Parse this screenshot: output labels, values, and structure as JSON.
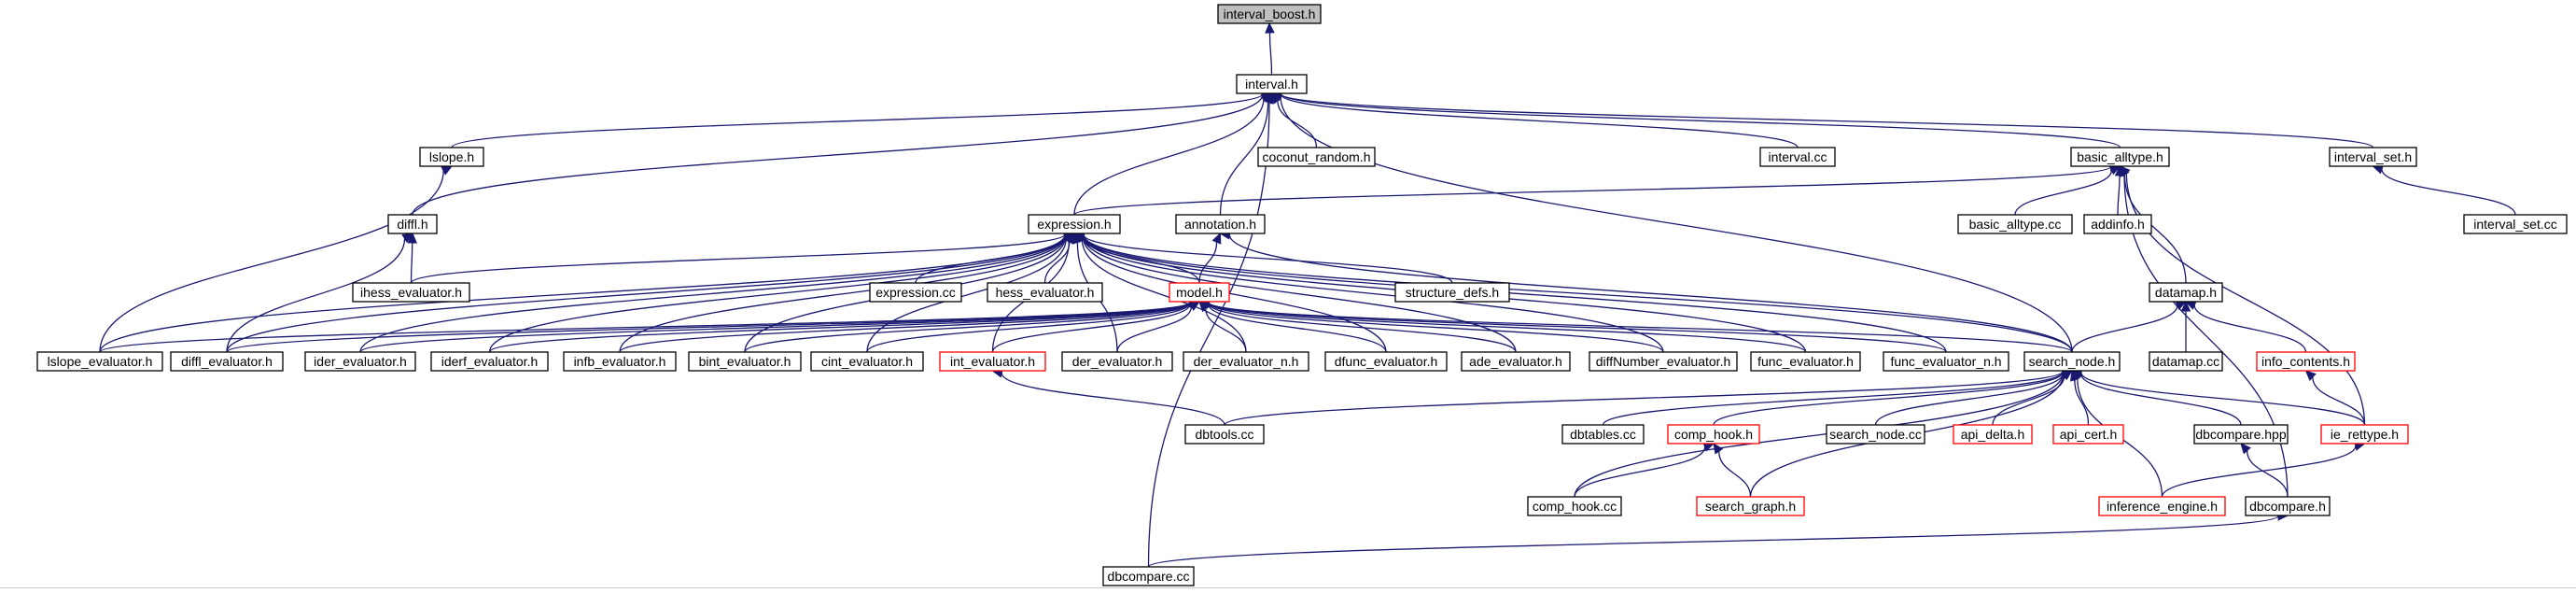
{
  "colors": {
    "edge": "#191970",
    "node_border": "#000000",
    "incomplete_border": "#ff0000",
    "root_fill": "#bfbfbf"
  },
  "nodes": {
    "interval_boost": "interval_boost.h",
    "interval_h": "interval.h",
    "lslope_h": "lslope.h",
    "coconut_random_h": "coconut_random.h",
    "interval_cc": "interval.cc",
    "basic_alltype_h": "basic_alltype.h",
    "interval_set_h": "interval_set.h",
    "diffl_h": "diffl.h",
    "expression_h": "expression.h",
    "annotation_h": "annotation.h",
    "basic_alltype_cc": "basic_alltype.cc",
    "addinfo_h": "addinfo.h",
    "interval_set_cc": "interval_set.cc",
    "ihess_evaluator_h": "ihess_evaluator.h",
    "expression_cc": "expression.cc",
    "hess_evaluator_h": "hess_evaluator.h",
    "model_h": "model.h",
    "structure_defs_h": "structure_defs.h",
    "datamap_h": "datamap.h",
    "lslope_evaluator_h": "lslope_evaluator.h",
    "diffl_evaluator_h": "diffl_evaluator.h",
    "ider_evaluator_h": "ider_evaluator.h",
    "iderf_evaluator_h": "iderf_evaluator.h",
    "infb_evaluator_h": "infb_evaluator.h",
    "bint_evaluator_h": "bint_evaluator.h",
    "cint_evaluator_h": "cint_evaluator.h",
    "int_evaluator_h": "int_evaluator.h",
    "der_evaluator_h": "der_evaluator.h",
    "der_evaluator_n_h": "der_evaluator_n.h",
    "dfunc_evaluator_h": "dfunc_evaluator.h",
    "ade_evaluator_h": "ade_evaluator.h",
    "diffNumber_evaluator_h": "diffNumber_evaluator.h",
    "func_evaluator_h": "func_evaluator.h",
    "func_evaluator_n_h": "func_evaluator_n.h",
    "search_node_h": "search_node.h",
    "datamap_cc": "datamap.cc",
    "info_contents_h": "info_contents.h",
    "dbtools_cc": "dbtools.cc",
    "dbtables_cc": "dbtables.cc",
    "comp_hook_h": "comp_hook.h",
    "search_node_cc": "search_node.cc",
    "api_delta_h": "api_delta.h",
    "api_cert_h": "api_cert.h",
    "dbcompare_hpp": "dbcompare.hpp",
    "ie_rettype_h": "ie_rettype.h",
    "comp_hook_cc": "comp_hook.cc",
    "search_graph_h": "search_graph.h",
    "inference_engine_h": "inference_engine.h",
    "dbcompare_h": "dbcompare.h",
    "dbcompare_cc": "dbcompare.cc"
  },
  "incomplete_nodes": [
    "model_h",
    "int_evaluator_h",
    "info_contents_h",
    "comp_hook_h",
    "api_delta_h",
    "api_cert_h",
    "ie_rettype_h",
    "search_graph_h",
    "inference_engine_h"
  ],
  "root_node": "interval_boost",
  "edges": [
    [
      "interval_h",
      "interval_boost"
    ],
    [
      "lslope_h",
      "interval_h"
    ],
    [
      "coconut_random_h",
      "interval_h"
    ],
    [
      "interval_cc",
      "interval_h"
    ],
    [
      "basic_alltype_h",
      "interval_h"
    ],
    [
      "interval_set_h",
      "interval_h"
    ],
    [
      "diffl_h",
      "interval_h"
    ],
    [
      "expression_h",
      "interval_h"
    ],
    [
      "annotation_h",
      "interval_h"
    ],
    [
      "search_node_h",
      "interval_h"
    ],
    [
      "dbcompare_cc",
      "interval_h"
    ],
    [
      "lslope_evaluator_h",
      "lslope_h"
    ],
    [
      "expression_h",
      "basic_alltype_h"
    ],
    [
      "basic_alltype_cc",
      "basic_alltype_h"
    ],
    [
      "addinfo_h",
      "basic_alltype_h"
    ],
    [
      "datamap_h",
      "basic_alltype_h"
    ],
    [
      "ie_rettype_h",
      "basic_alltype_h"
    ],
    [
      "interval_set_cc",
      "interval_set_h"
    ],
    [
      "ihess_evaluator_h",
      "diffl_h"
    ],
    [
      "diffl_evaluator_h",
      "diffl_h"
    ],
    [
      "ihess_evaluator_h",
      "expression_h"
    ],
    [
      "expression_cc",
      "expression_h"
    ],
    [
      "hess_evaluator_h",
      "expression_h"
    ],
    [
      "model_h",
      "expression_h"
    ],
    [
      "structure_defs_h",
      "expression_h"
    ],
    [
      "lslope_evaluator_h",
      "expression_h"
    ],
    [
      "diffl_evaluator_h",
      "expression_h"
    ],
    [
      "ider_evaluator_h",
      "expression_h"
    ],
    [
      "iderf_evaluator_h",
      "expression_h"
    ],
    [
      "infb_evaluator_h",
      "expression_h"
    ],
    [
      "bint_evaluator_h",
      "expression_h"
    ],
    [
      "cint_evaluator_h",
      "expression_h"
    ],
    [
      "int_evaluator_h",
      "expression_h"
    ],
    [
      "der_evaluator_h",
      "expression_h"
    ],
    [
      "der_evaluator_n_h",
      "expression_h"
    ],
    [
      "dfunc_evaluator_h",
      "expression_h"
    ],
    [
      "ade_evaluator_h",
      "expression_h"
    ],
    [
      "diffNumber_evaluator_h",
      "expression_h"
    ],
    [
      "func_evaluator_h",
      "expression_h"
    ],
    [
      "func_evaluator_n_h",
      "expression_h"
    ],
    [
      "search_node_h",
      "expression_h"
    ],
    [
      "model_h",
      "annotation_h"
    ],
    [
      "search_node_h",
      "annotation_h"
    ],
    [
      "lslope_evaluator_h",
      "model_h"
    ],
    [
      "diffl_evaluator_h",
      "model_h"
    ],
    [
      "ider_evaluator_h",
      "model_h"
    ],
    [
      "iderf_evaluator_h",
      "model_h"
    ],
    [
      "infb_evaluator_h",
      "model_h"
    ],
    [
      "bint_evaluator_h",
      "model_h"
    ],
    [
      "cint_evaluator_h",
      "model_h"
    ],
    [
      "int_evaluator_h",
      "model_h"
    ],
    [
      "der_evaluator_h",
      "model_h"
    ],
    [
      "der_evaluator_n_h",
      "model_h"
    ],
    [
      "dfunc_evaluator_h",
      "model_h"
    ],
    [
      "ade_evaluator_h",
      "model_h"
    ],
    [
      "diffNumber_evaluator_h",
      "model_h"
    ],
    [
      "func_evaluator_h",
      "model_h"
    ],
    [
      "func_evaluator_n_h",
      "model_h"
    ],
    [
      "search_node_h",
      "model_h"
    ],
    [
      "search_node_h",
      "datamap_h"
    ],
    [
      "datamap_cc",
      "datamap_h"
    ],
    [
      "info_contents_h",
      "datamap_h"
    ],
    [
      "ie_rettype_h",
      "info_contents_h"
    ],
    [
      "dbtools_cc",
      "int_evaluator_h"
    ],
    [
      "dbtools_cc",
      "search_node_h"
    ],
    [
      "dbtables_cc",
      "search_node_h"
    ],
    [
      "comp_hook_h",
      "search_node_h"
    ],
    [
      "search_node_cc",
      "search_node_h"
    ],
    [
      "api_delta_h",
      "search_node_h"
    ],
    [
      "api_cert_h",
      "search_node_h"
    ],
    [
      "dbcompare_hpp",
      "search_node_h"
    ],
    [
      "ie_rettype_h",
      "search_node_h"
    ],
    [
      "comp_hook_cc",
      "search_node_h"
    ],
    [
      "search_graph_h",
      "search_node_h"
    ],
    [
      "inference_engine_h",
      "search_node_h"
    ],
    [
      "comp_hook_cc",
      "comp_hook_h"
    ],
    [
      "search_graph_h",
      "comp_hook_h"
    ],
    [
      "dbcompare_h",
      "dbcompare_hpp"
    ],
    [
      "inference_engine_h",
      "ie_rettype_h"
    ],
    [
      "dbcompare_h",
      "basic_alltype_h"
    ],
    [
      "dbcompare_cc",
      "dbcompare_h"
    ]
  ]
}
